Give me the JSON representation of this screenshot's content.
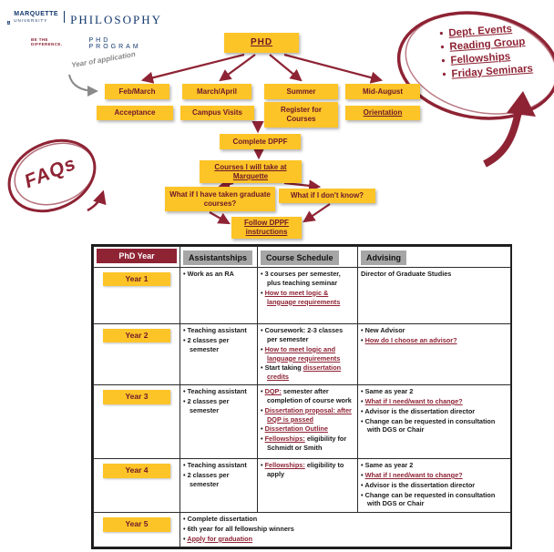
{
  "colors": {
    "gold": "#FDC428",
    "maroon": "#8E2334",
    "navy": "#12386D",
    "header_gray": "#A6A6A6",
    "box_text": "#6E1628"
  },
  "logo": {
    "university": "MARQUETTE",
    "university_sub": "UNIVERSITY",
    "tagline": "BE THE DIFFERENCE.",
    "department": "PHILOSOPHY",
    "program": "PHD PROGRAM"
  },
  "annotations": {
    "faq_label": "FAQs",
    "year_of_application": "Year of application"
  },
  "events_bubble": {
    "items": [
      "Dept. Events",
      "Reading Group",
      "Fellowships",
      "Friday Seminars"
    ]
  },
  "flowchart": {
    "root": "PHD",
    "timeline": [
      {
        "top": "Feb/March",
        "bottom": "Acceptance"
      },
      {
        "top": "March/April",
        "bottom": "Campus Visits"
      },
      {
        "top": "Summer",
        "bottom": "Register for Courses"
      },
      {
        "top": "Mid-August",
        "bottom": "Orientation"
      }
    ],
    "complete_dppf": "Complete DPPF",
    "courses": "Courses I will take at Marquette",
    "question_left": "What if I have taken graduate courses?",
    "question_right": "What if I don't know?",
    "follow": "Follow DPPF instructions"
  },
  "table": {
    "headers": [
      "PhD Year",
      "Assistantships",
      "Course Schedule",
      "Advising"
    ],
    "rows": [
      {
        "year": "Year 1",
        "assist": {
          "bullet": true,
          "items": [
            [
              {
                "t": "Work as an RA"
              }
            ]
          ]
        },
        "course": {
          "bullet": true,
          "items": [
            [
              {
                "t": "3 courses per semester, plus teaching seminar"
              }
            ],
            [
              {
                "t": "How to meet logic & language requirements",
                "u": true
              }
            ]
          ]
        },
        "advising": {
          "bullet": false,
          "items": [
            [
              {
                "t": "Director of Graduate Studies"
              }
            ]
          ]
        }
      },
      {
        "year": "Year 2",
        "assist": {
          "bullet": true,
          "items": [
            [
              {
                "t": "Teaching assistant"
              }
            ],
            [
              {
                "t": "2 classes per semester"
              }
            ]
          ]
        },
        "course": {
          "bullet": true,
          "items": [
            [
              {
                "t": "Coursework: 2-3 classes per semester"
              }
            ],
            [
              {
                "t": "How to meet logic and language requirements",
                "u": true
              }
            ],
            [
              {
                "t": "Start taking "
              },
              {
                "t": "dissertation credits",
                "u": true
              }
            ]
          ]
        },
        "advising": {
          "bullet": true,
          "items": [
            [
              {
                "t": "New Advisor"
              }
            ],
            [
              {
                "t": "How do I choose an advisor?",
                "u": true
              }
            ]
          ]
        }
      },
      {
        "year": "Year 3",
        "assist": {
          "bullet": true,
          "items": [
            [
              {
                "t": "Teaching assistant"
              }
            ],
            [
              {
                "t": "2 classes per semester"
              }
            ]
          ]
        },
        "course": {
          "bullet": true,
          "items": [
            [
              {
                "t": "DQP:",
                "u": true
              },
              {
                "t": " semester after completion of course work"
              }
            ],
            [
              {
                "t": "Dissertation proposal: after DQP is passed",
                "u": true
              }
            ],
            [
              {
                "t": "Dissertation Outline",
                "u": true
              }
            ],
            [
              {
                "t": "Fellowships:",
                "u": true
              },
              {
                "t": " eligibility for Schmidt or Smith"
              }
            ]
          ]
        },
        "advising": {
          "bullet": true,
          "items": [
            [
              {
                "t": "Same as year 2"
              }
            ],
            [
              {
                "t": "What if I need/want to change?",
                "u": true
              }
            ],
            [
              {
                "t": "Advisor is the dissertation director"
              }
            ],
            [
              {
                "t": "Change can be requested in consultation with DGS or Chair"
              }
            ]
          ]
        }
      },
      {
        "year": "Year 4",
        "assist": {
          "bullet": true,
          "items": [
            [
              {
                "t": "Teaching assistant"
              }
            ],
            [
              {
                "t": "2 classes per semester"
              }
            ]
          ]
        },
        "course": {
          "bullet": true,
          "items": [
            [
              {
                "t": "Fellowships:",
                "u": true
              },
              {
                "t": " eligibility to apply"
              }
            ]
          ]
        },
        "advising": {
          "bullet": true,
          "items": [
            [
              {
                "t": "Same as year 2"
              }
            ],
            [
              {
                "t": "What if I need/want to change?",
                "u": true
              }
            ],
            [
              {
                "t": "Advisor is the dissertation director"
              }
            ],
            [
              {
                "t": "Change can be requested in consultation with DGS or Chair"
              }
            ]
          ]
        }
      },
      {
        "year": "Year 5",
        "span": true,
        "assist": {
          "bullet": true,
          "items": [
            [
              {
                "t": "Complete dissertation"
              }
            ],
            [
              {
                "t": "6th year for all fellowship winners"
              }
            ],
            [
              {
                "t": "Apply for graduation",
                "u": true
              }
            ]
          ]
        }
      }
    ]
  }
}
